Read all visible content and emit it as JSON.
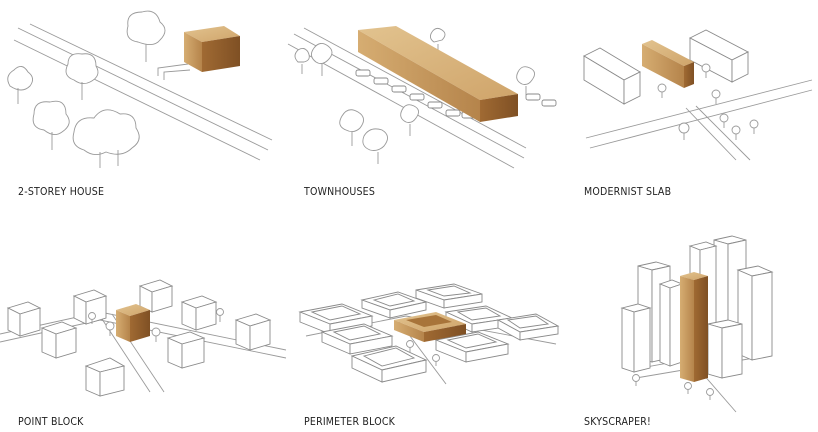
{
  "panels": [
    {
      "label": "2-STOREY HOUSE"
    },
    {
      "label": "TOWNHOUSES"
    },
    {
      "label": "MODERNIST SLAB"
    },
    {
      "label": "POINT BLOCK"
    },
    {
      "label": "PERIMETER BLOCK"
    },
    {
      "label": "SKYSCRAPER!"
    }
  ],
  "colors": {
    "wood_top": "#d9b783",
    "wood_left": "#c89a5e",
    "wood_right": "#a8743a",
    "outline": "#8a8a8a"
  }
}
